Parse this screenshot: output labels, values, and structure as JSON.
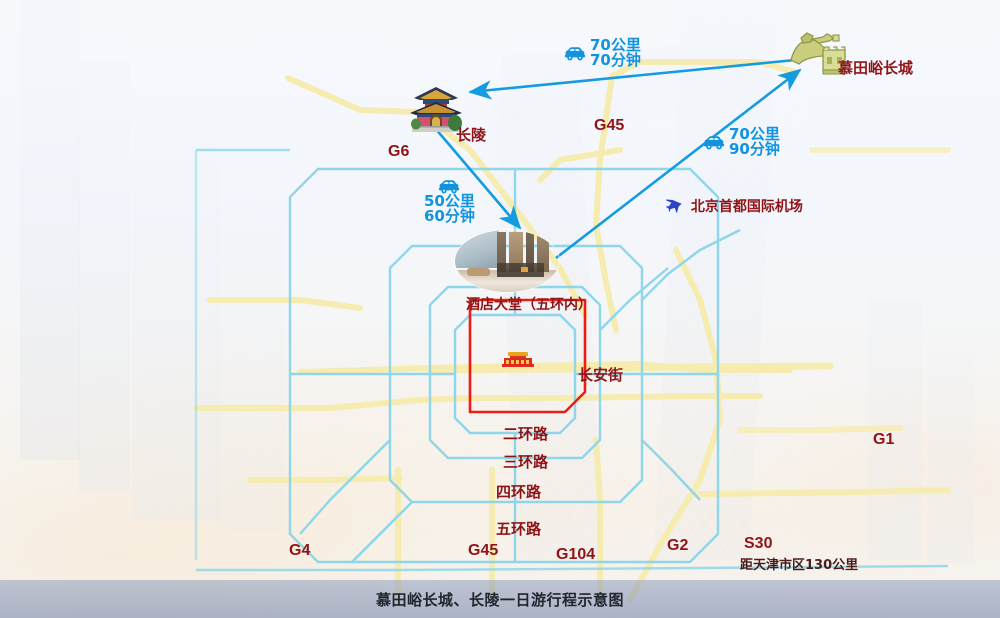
{
  "title_caption": "慕田峪长城、长陵一日游行程示意图",
  "pois": [
    {
      "id": "changling",
      "name": "长陵",
      "icon": "pagoda-icon"
    },
    {
      "id": "mutianyu",
      "name": "慕田峪长城",
      "icon": "great-wall-icon"
    },
    {
      "id": "hotel",
      "name": "酒店大堂（五环内）",
      "icon": "hotel-lobby-photo"
    },
    {
      "id": "airport",
      "name": "北京首都国际机场",
      "icon": "airplane-icon"
    },
    {
      "id": "tiananmen",
      "name": "",
      "icon": "tiananmen-icon"
    }
  ],
  "routes": [
    {
      "id": "mutianyu-to-changling",
      "distance": "70公里",
      "duration": "70分钟",
      "icon": "car-icon"
    },
    {
      "id": "changling-to-hotel",
      "distance": "50公里",
      "duration": "60分钟",
      "icon": "car-icon"
    },
    {
      "id": "hotel-to-mutianyu",
      "distance": "70公里",
      "duration": "90分钟",
      "icon": "car-icon"
    }
  ],
  "highways": [
    {
      "id": "g6",
      "label": "G6"
    },
    {
      "id": "g45-north",
      "label": "G45"
    },
    {
      "id": "g4",
      "label": "G4"
    },
    {
      "id": "g45-south",
      "label": "G45"
    },
    {
      "id": "g104",
      "label": "G104"
    },
    {
      "id": "g2",
      "label": "G2"
    },
    {
      "id": "s30",
      "label": "S30"
    },
    {
      "id": "g1",
      "label": "G1"
    }
  ],
  "s30_note": "距天津市区130公里",
  "ring_roads": [
    {
      "id": "ring2",
      "label": "二环路"
    },
    {
      "id": "ring3",
      "label": "三环路"
    },
    {
      "id": "ring4",
      "label": "四环路"
    },
    {
      "id": "ring5",
      "label": "五环路"
    }
  ],
  "streets": [
    {
      "id": "changan",
      "label": "长安街"
    }
  ],
  "colors": {
    "highway_label": "#8e1418",
    "route_line": "#149be0",
    "ring_line": "#8fd6ea",
    "highway_line": "#f7edb4",
    "inner_city_outline": "#ee1c14",
    "trip_text": "#1293e0",
    "airport_icon": "#2e44c8",
    "caption_bar": "#8e9cbd"
  }
}
